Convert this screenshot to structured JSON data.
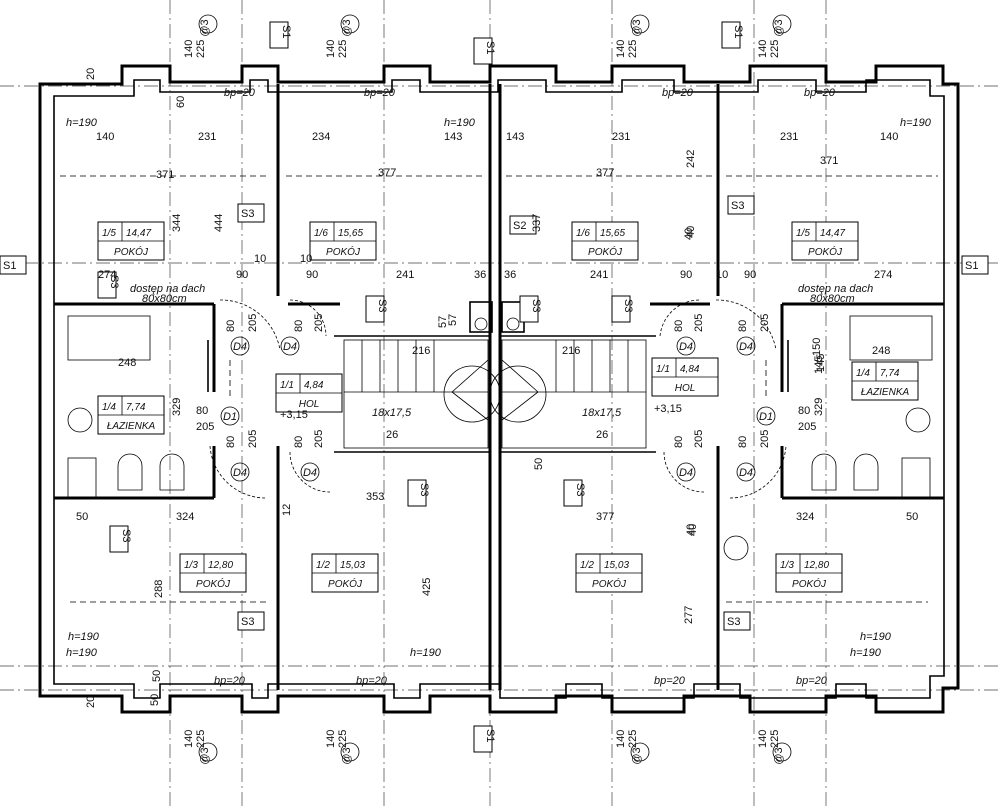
{
  "rooms": [
    {
      "id": "r15-tl",
      "number": "1/5",
      "area": "14,47",
      "name": "POKÓJ"
    },
    {
      "id": "r16-tl",
      "number": "1/6",
      "area": "15,65",
      "name": "POKÓJ"
    },
    {
      "id": "r16-tr",
      "number": "1/6",
      "area": "15,65",
      "name": "POKÓJ"
    },
    {
      "id": "r15-tr",
      "number": "1/5",
      "area": "14,47",
      "name": "POKÓJ"
    },
    {
      "id": "r14-l",
      "number": "1/4",
      "area": "7,74",
      "name": "ŁAZIENKA"
    },
    {
      "id": "r11-l",
      "number": "1/1",
      "area": "4,84",
      "name": "HOL"
    },
    {
      "id": "r11-r",
      "number": "1/1",
      "area": "4,84",
      "name": "HOL"
    },
    {
      "id": "r14-r",
      "number": "1/4",
      "area": "7,74",
      "name": "ŁAZIENKA"
    },
    {
      "id": "r13-bl",
      "number": "1/3",
      "area": "12,80",
      "name": "POKÓJ"
    },
    {
      "id": "r12-bl",
      "number": "1/2",
      "area": "15,03",
      "name": "POKÓJ"
    },
    {
      "id": "r12-br",
      "number": "1/2",
      "area": "15,03",
      "name": "POKÓJ"
    },
    {
      "id": "r13-br",
      "number": "1/3",
      "area": "12,80",
      "name": "POKÓJ"
    }
  ],
  "section_tags": [
    "S1",
    "S1",
    "S1",
    "S1",
    "S1",
    "S1",
    "S2",
    "S3",
    "S3",
    "S3",
    "S3",
    "S3",
    "S3",
    "S3",
    "S3",
    "S3",
    "S3",
    "S3"
  ],
  "door_tags": [
    "D4",
    "D4",
    "D4",
    "D4",
    "D4",
    "D4",
    "D4",
    "D4",
    "D1",
    "D1"
  ],
  "window_codes": [
    "@3",
    "@3",
    "@3",
    "@3",
    "@3",
    "@3",
    "@3",
    "@3"
  ],
  "dimensions": {
    "top_dims": [
      "140",
      "231",
      "234",
      "143",
      "143",
      "231",
      "231",
      "140"
    ],
    "room_widths": [
      "371",
      "377",
      "377",
      "371"
    ],
    "mid_dims": [
      "274",
      "90",
      "10",
      "10",
      "90",
      "241",
      "36",
      "36",
      "241",
      "90",
      "10",
      "90",
      "274"
    ],
    "vertical": [
      "344",
      "444",
      "337",
      "242",
      "40",
      "40",
      "329",
      "329",
      "145",
      "288",
      "425",
      "277",
      "57"
    ],
    "bath_widths": [
      "248",
      "216",
      "216",
      "248"
    ],
    "bottom_dims": [
      "50",
      "324",
      "353",
      "377",
      "324",
      "50"
    ],
    "door_dims": [
      "80",
      "205",
      "80",
      "205",
      "80",
      "205",
      "80",
      "205",
      "80",
      "205",
      "80",
      "205",
      "80",
      "205",
      "80",
      "205",
      "80",
      "205",
      "80",
      "205",
      "12",
      "57",
      "50",
      "145"
    ],
    "window_dims": [
      "140",
      "225",
      "140",
      "225",
      "140",
      "225",
      "140",
      "225",
      "140",
      "225",
      "140",
      "225",
      "140",
      "225",
      "140",
      "225"
    ],
    "misc": [
      "60",
      "40",
      "40",
      "20",
      "20",
      "50",
      "50",
      "150"
    ]
  },
  "heights": {
    "sill": [
      "h=190",
      "h=190",
      "h=190",
      "h=190",
      "h=190",
      "h=190",
      "h=190",
      "h=190"
    ],
    "bp": [
      "bp=20",
      "bp=20",
      "bp=20",
      "bp=20",
      "bp=20",
      "bp=20",
      "bp=20",
      "bp=20"
    ]
  },
  "stairs": {
    "left_spec": "18x17,5",
    "left_width": "26",
    "right_spec": "18x17,5",
    "right_width": "26"
  },
  "levels": {
    "left": "+3,15",
    "right": "+3,15"
  },
  "notes": {
    "hatch_l1": "dostęp na dach",
    "hatch_l2": "80x80cm",
    "hatch_r1": "dostęp na dach",
    "hatch_r2": "80x80cm"
  },
  "colors": {
    "line": "#000000",
    "background": "#ffffff"
  }
}
